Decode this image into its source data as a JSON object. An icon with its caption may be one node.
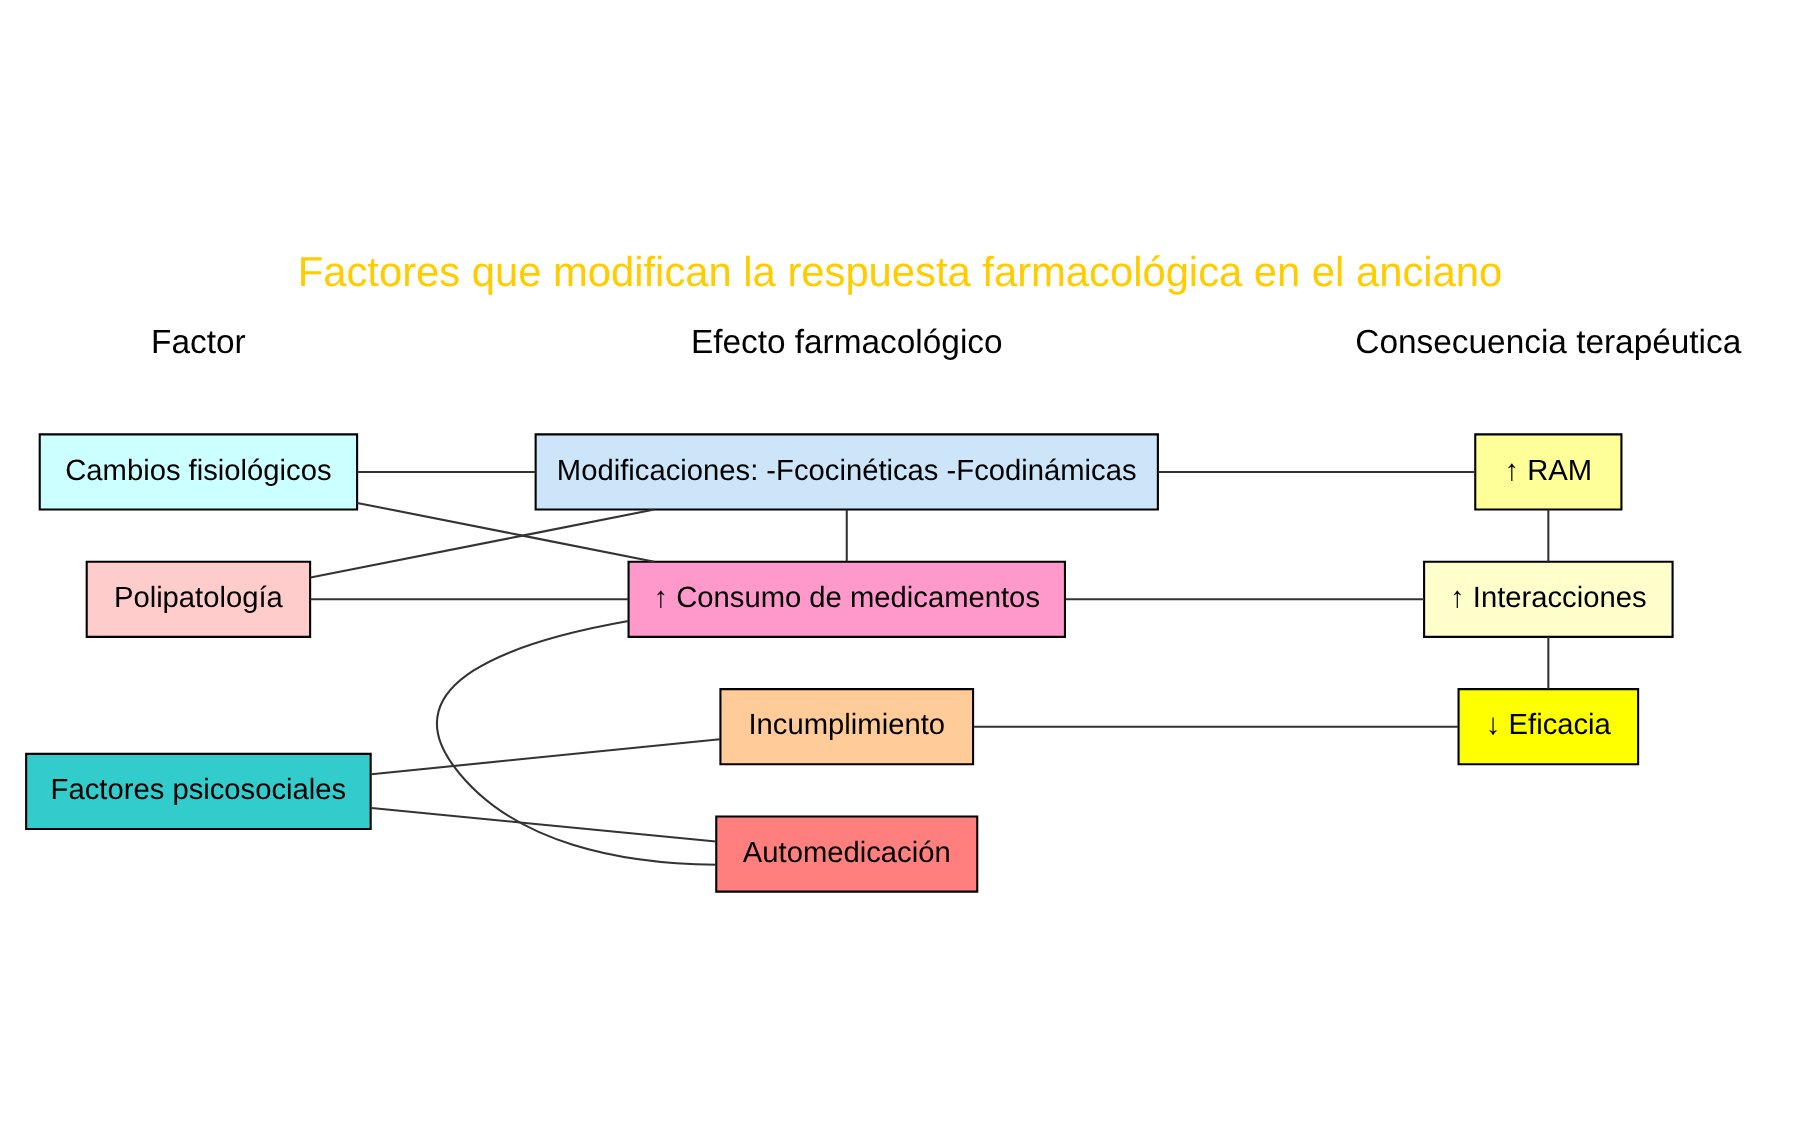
{
  "diagram": {
    "title": "Factores que modifican la respuesta farmacológica en el anciano",
    "nodes": [
      {
        "text": [
          "Cambios fisiológicos"
        ]
      },
      {
        "text": [
          "Modificaciones: -Fcocinéticas -Fcodinámicas"
        ]
      },
      {
        "text": [
          "↑ RAM"
        ]
      },
      {
        "text": [
          "Polipatología"
        ]
      },
      {
        "text": [
          "↑ Consumo de medicamentos"
        ]
      },
      {
        "text": [
          "↑ Interacciones"
        ]
      },
      {
        "text": [
          "Automedicación"
        ]
      },
      {
        "text": [
          "Factores psicosociales"
        ]
      },
      {
        "text": [
          "↓ Eficacia"
        ]
      },
      {
        "text": [
          "Incumplimiento"
        ]
      }
    ],
    "edges": [
      {
        "from": 0,
        "to": 1,
        "arrow": "none"
      },
      {
        "from": 0,
        "to": 4,
        "arrow": "none"
      },
      {
        "from": 3,
        "to": 1,
        "arrow": "none"
      },
      {
        "from": 3,
        "to": 4,
        "arrow": "none"
      },
      {
        "from": 1,
        "to": 2,
        "arrow": "none"
      },
      {
        "from": 1,
        "to": 4,
        "arrow": "none"
      },
      {
        "from": 4,
        "to": 5,
        "arrow": "none"
      },
      {
        "from": 2,
        "to": 5,
        "arrow": "none"
      },
      {
        "from": 5,
        "to": 8,
        "arrow": "none"
      },
      {
        "from": 4,
        "to": 6,
        "arrow": "none"
      },
      {
        "from": 7,
        "to": 6,
        "arrow": "none"
      },
      {
        "from": 7,
        "to": 9,
        "arrow": "none"
      },
      {
        "from": 9,
        "to": 8,
        "arrow": "none"
      }
    ],
    "labels": [
      "Factor",
      "Efecto farmacológico",
      "Consecuencia terapéutica"
    ]
  }
}
